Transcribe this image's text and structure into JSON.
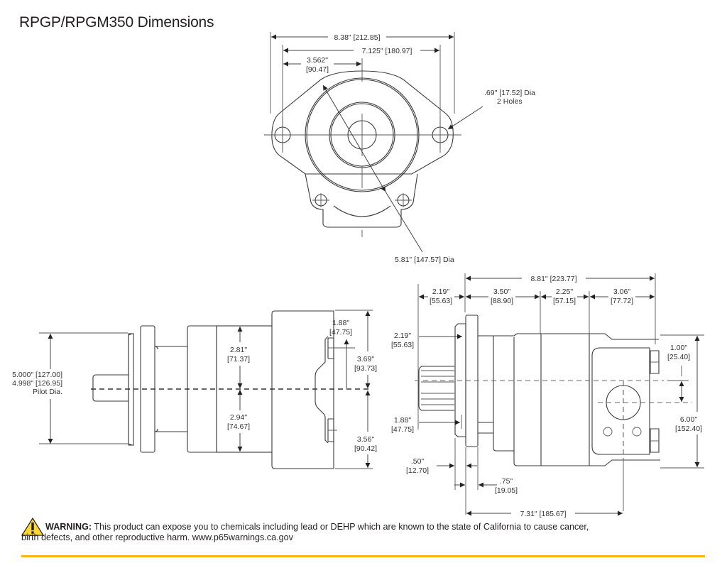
{
  "title": "RPGP/RPGM350 Dimensions",
  "colors": {
    "warning_yellow": "#fdb515",
    "line": "#3a3a3a",
    "text": "#231f20"
  },
  "views": {
    "front_view": {
      "dimensions": {
        "overall_width": "8.38\" [212.85]",
        "bolt_spacing": "7.125\" [180.97]",
        "half_spacing_line1": "3.562\"",
        "half_spacing_line2": "[90.47]",
        "hole_dia_line1": ".69\" [17.52] Dia",
        "hole_dia_line2": "2 Holes",
        "body_dia": "5.81\" [147.57] Dia"
      }
    },
    "side_view_left": {
      "dimensions": {
        "pilot_line1": "5.000\" [127.00]",
        "pilot_line2": "4.998\" [126.95]",
        "pilot_line3": "Pilot Dia.",
        "upper_height_line1": "2.81\"",
        "upper_height_line2": "[71.37]",
        "lower_height_line1": "2.94\"",
        "lower_height_line2": "[74.67]",
        "port_offset_line1": "1.88\"",
        "port_offset_line2": "[47.75]",
        "top_to_center_line1": "3.69\"",
        "top_to_center_line2": "[93.73]",
        "bottom_to_center_line1": "3.56\"",
        "bottom_to_center_line2": "[90.42]"
      }
    },
    "side_view_right": {
      "dimensions": {
        "overall_length": "8.81\" [223.77]",
        "shaft_length_line1": "2.19\"",
        "shaft_length_line2": "[55.63]",
        "seg1_line1": "3.50\"",
        "seg1_line2": "[88.90]",
        "seg2_line1": "2.25\"",
        "seg2_line2": "[57.15]",
        "seg3_line1": "3.06\"",
        "seg3_line2": "[77.72]",
        "shaft_left_line1": "2.19\"",
        "shaft_left_line2": "[55.63]",
        "shaft_lower_line1": "1.88\"",
        "shaft_lower_line2": "[47.75]",
        "pilot_depth_line1": ".50\"",
        "pilot_depth_line2": "[12.70]",
        "flange_thickness_line1": ".75\"",
        "flange_thickness_line2": "[19.05]",
        "body_length": "7.31\" [185.67]",
        "port_offset_line1": "1.00\"",
        "port_offset_line2": "[25.40]",
        "overall_height_line1": "6.00\"",
        "overall_height_line2": "[152.40]"
      }
    }
  },
  "warning": {
    "icon": "warning-triangle-icon",
    "label": "WARNING:",
    "text_line1": " This product can expose you to chemicals including lead or DEHP which are known to the state of California to cause cancer,",
    "text_line2": "birth defects, and other reproductive harm. www.p65warnings.ca.gov"
  }
}
